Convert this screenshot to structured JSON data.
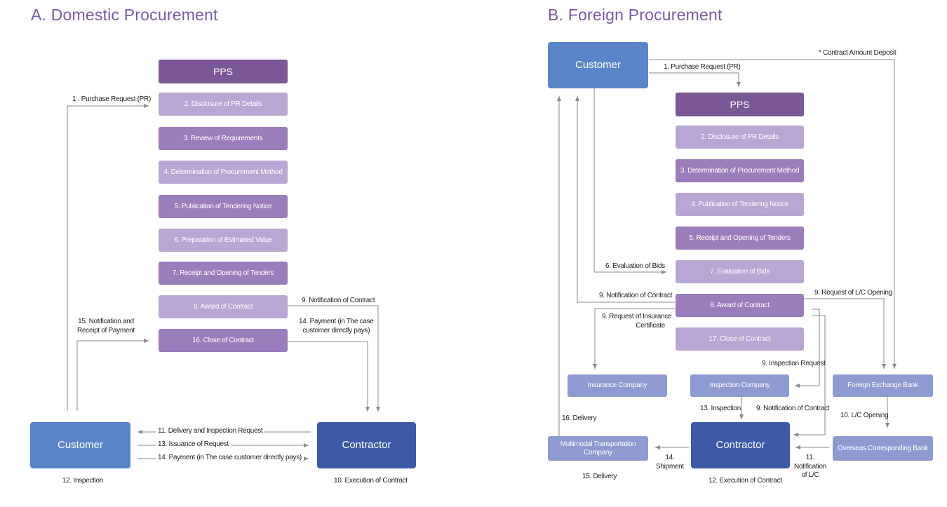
{
  "domestic": {
    "title": "A. Domestic Procurement",
    "pps": "PPS",
    "steps": [
      "2. Disclosure of PR Details",
      "3. Review of Requirements",
      "4. Determination of Procurement Method",
      "5. Publication of Tendering Notice",
      "6. Preparation of Estimated Value",
      "7. Receipt and Opening of Tenders",
      "8. Award of Contract",
      "16. Close of Contract"
    ],
    "customer": "Customer",
    "contractor": "Contractor",
    "labels": {
      "purchase_request": "1 . Purchase Request (PR)",
      "notification_payment_1": "15. Notification and",
      "notification_payment_2": "Receipt of Payment",
      "notification_contract": "9.  Notification of Contract",
      "payment_direct_1": "14. Payment (in The case",
      "payment_direct_2": "customer directly pays)",
      "delivery_inspection": "11. Delivery and Inspection Request",
      "issuance": "13. Issuance of Request",
      "payment_bottom": "14. Payment (in The case customer directly pays)",
      "inspection": "12. Inspection",
      "execution": "10. Execution of Contract"
    }
  },
  "foreign": {
    "title": "B. Foreign Procurement",
    "customer": "Customer",
    "pps": "PPS",
    "steps": [
      "2. Disclosure of PR Details",
      "3. Determination of Procurement Method",
      "4. Publication of Tendering Notice",
      "5. Receipt and Opening of Tenders",
      "7. Evaluation of Bids",
      "8. Award of Contract",
      "17. Close of Contract"
    ],
    "insurance": "Insurance Company",
    "inspection_company": "Inspection Company",
    "forex_bank": "Foreign Exchange Bank",
    "transport_1": "Multimodal Transportation",
    "transport_2": "Company",
    "contractor": "Contractor",
    "overseas_bank": "Overseas Corresponding Bank",
    "labels": {
      "deposit": "* Contract Amount Deposit",
      "purchase_request": "1. Purchase Request (PR)",
      "evaluation": "6. Evaluation of Bids",
      "notification_contract": "9. Notification of Contract",
      "insurance_request_1": "9. Request of Insurance",
      "insurance_request_2": "Certificate",
      "lc_request": "9. Request of L/C Opening",
      "inspection_request": "9. Inspection Request",
      "inspection": "13. Inspection",
      "notification_contract_2": "9. Notification of Contract",
      "lc_opening": "10. L/C Opening",
      "delivery16": "16. Delivery",
      "shipment_1": "14.",
      "shipment_2": "Shipment",
      "delivery15": "15. Delivery",
      "execution": "12. Execution of Contract",
      "notify_lc_1": "11.",
      "notify_lc_2": "Notification",
      "notify_lc_3": "of L/C"
    }
  },
  "colors": {
    "title": "#7b59a6",
    "pps": "#7a5797",
    "step_dark": "#9a7dbb",
    "step_light": "#b8a6d3",
    "customer": "#5a86c9",
    "contractor": "#3c5aa6",
    "secondary": "#8e9ad0",
    "line": "#8a8a8a"
  }
}
